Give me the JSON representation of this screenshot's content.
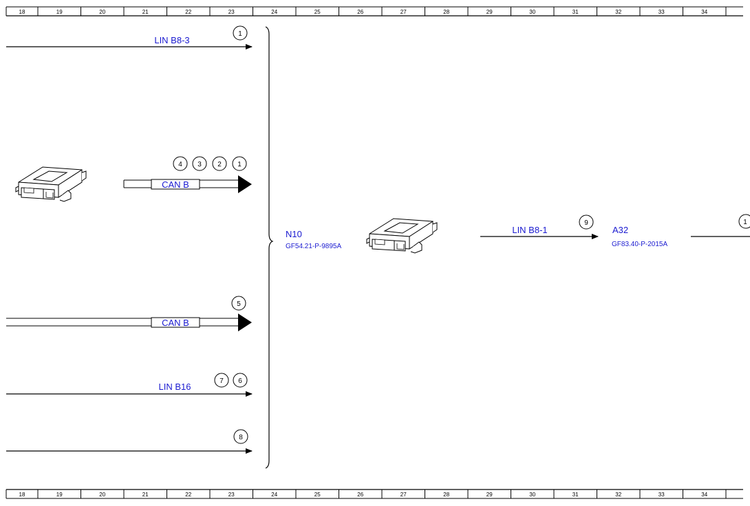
{
  "ruler": {
    "numbers": [
      "18",
      "19",
      "20",
      "21",
      "22",
      "23",
      "24",
      "25",
      "26",
      "27",
      "28",
      "29",
      "30",
      "31",
      "32",
      "33",
      "34"
    ]
  },
  "labels": {
    "lin_b8_3": "LIN B8-3",
    "can_b_1": "CAN B",
    "can_b_2": "CAN B",
    "lin_b16": "LIN B16",
    "lin_b8_1": "LIN B8-1"
  },
  "components": {
    "n10": {
      "code": "N10",
      "doc": "GF54.21-P-9895A"
    },
    "a32": {
      "code": "A32",
      "doc": "GF83.40-P-2015A"
    }
  },
  "badges": {
    "b1_top": "1",
    "b4": "4",
    "b3": "3",
    "b2": "2",
    "b1_mid": "1",
    "b5": "5",
    "b7": "7",
    "b6": "6",
    "b8": "8",
    "b9": "9",
    "b_edge": "1"
  },
  "colors": {
    "label_blue": "#1a1ad0",
    "line": "#000000",
    "module_fill": "#ffffff"
  }
}
